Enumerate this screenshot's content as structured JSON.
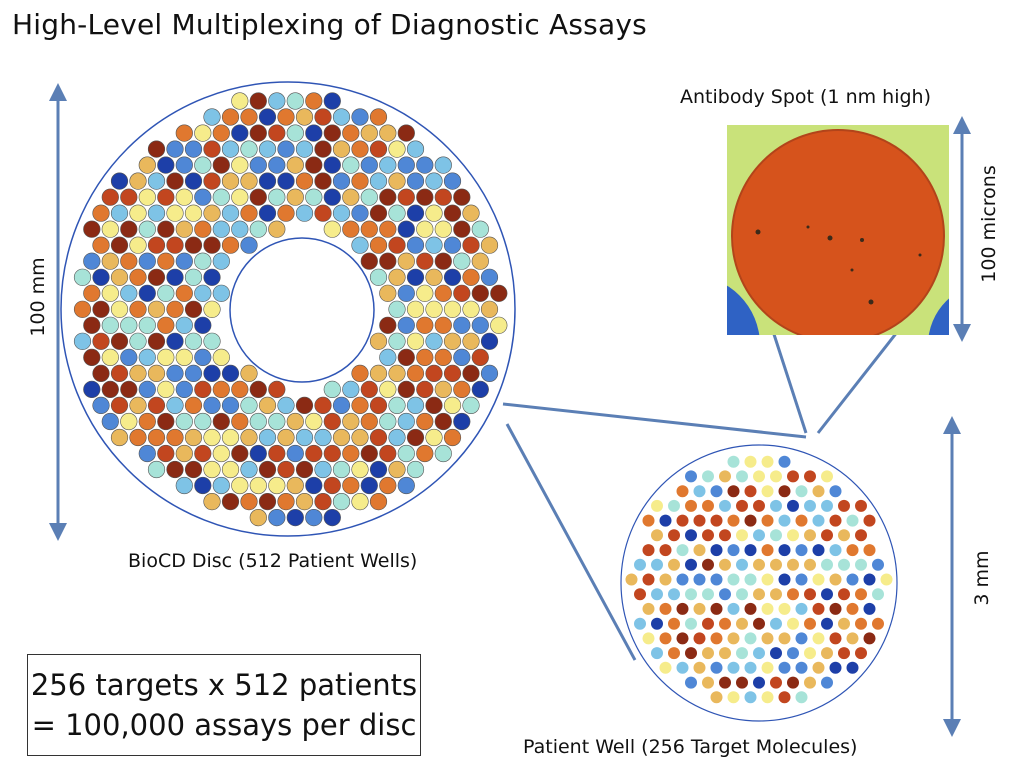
{
  "title": "High-Level Multiplexing of Diagnostic Assays",
  "disc": {
    "label": "BioCD Disc (512 Patient Wells)",
    "dimension": "100 mm"
  },
  "well": {
    "label": "Patient Well (256 Target Molecules)",
    "dimension": "3 mm"
  },
  "spot": {
    "label": "Antibody Spot (1 nm high)",
    "dimension": "100 microns"
  },
  "summary": {
    "line1": "256 targets x 512 patients",
    "line2": "= 100,000 assays per disc"
  },
  "colors": {
    "line": "#5b7fb5",
    "spot_fill": "#d6531c",
    "spot_bg": "#c9e27a",
    "spot_corner": "#2f62c4",
    "palette": [
      "#f6ec8b",
      "#a7e3d8",
      "#7ec3e6",
      "#4f87d6",
      "#1d3fa8",
      "#e9b85c",
      "#e0782f",
      "#c2461f",
      "#8b2a14"
    ]
  }
}
